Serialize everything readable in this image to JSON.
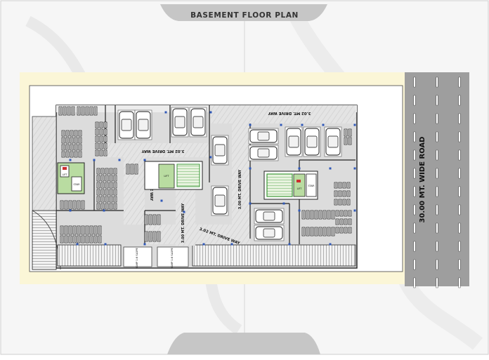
{
  "header": {
    "title": "BASEMENT FLOOR PLAN"
  },
  "road": {
    "label": "30.00 MT. WIDE ROAD"
  },
  "driveways": {
    "top": "3.02 MT. DRIVE WAY",
    "top_left": "3.02 MT. DRIVE WAY",
    "vertical_left": "3.00 MT. DRIVE WAY",
    "vertical_mid": "3.00 MT. DRIVE WAY",
    "vertical_center": "3.00 MT. DRIVE WAY",
    "bottom": "3.02 MT. DRIVE WAY"
  },
  "ramps": {
    "left": "RAMP 1:8 SLOPE",
    "right": "RAMP 1:8 SLOPE"
  },
  "cores": {
    "left": {
      "lift_label": "LIFT",
      "stair_label": "STAIR"
    },
    "right": {
      "lift_label": "LIFT",
      "stair_label": "STAIR"
    }
  },
  "colors": {
    "page_bg": "#ffffff",
    "paper_tint": "#f3f3f3",
    "plot_cream": "#fbf6d7",
    "road_gray": "#9e9e9e",
    "floor_gray": "#d8d8d8",
    "wall": "#222222",
    "core_green": "#b9dca1",
    "stair_green": "#3e9a38",
    "lift_red": "#cc2f2f",
    "column_blue": "#2f58b8",
    "tab_gray": "#c6c6c6"
  }
}
